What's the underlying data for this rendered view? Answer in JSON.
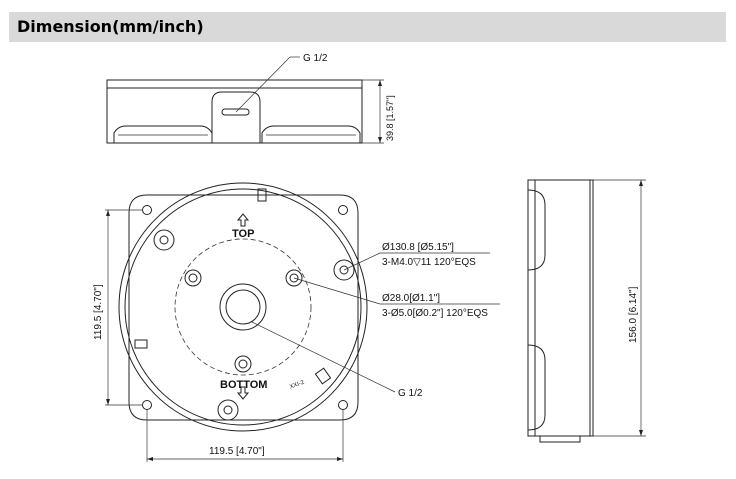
{
  "header": {
    "title": "Dimension(mm/inch)"
  },
  "labels": {
    "g_top": "G 1/2",
    "height_top": "39.8 [1.57\"]",
    "top_marker": "TOP",
    "bottom_marker": "BOTTOM",
    "model_mark": "XXI-2",
    "dia_outer": "Ø130.8 [Ø5.15\"]",
    "holes_outer": "3-M4.0▽11 120°EQS",
    "dia_inner": "Ø28.0[Ø1.1\"]",
    "holes_inner": "3-Ø5.0[Ø0.2\"] 120°EQS",
    "g_bottom": "G 1/2",
    "side_height": "119.5 [4.70\"]",
    "bottom_width": "119.5 [4.70\"]",
    "side_view_height": "156.0 [6.14\"]"
  }
}
